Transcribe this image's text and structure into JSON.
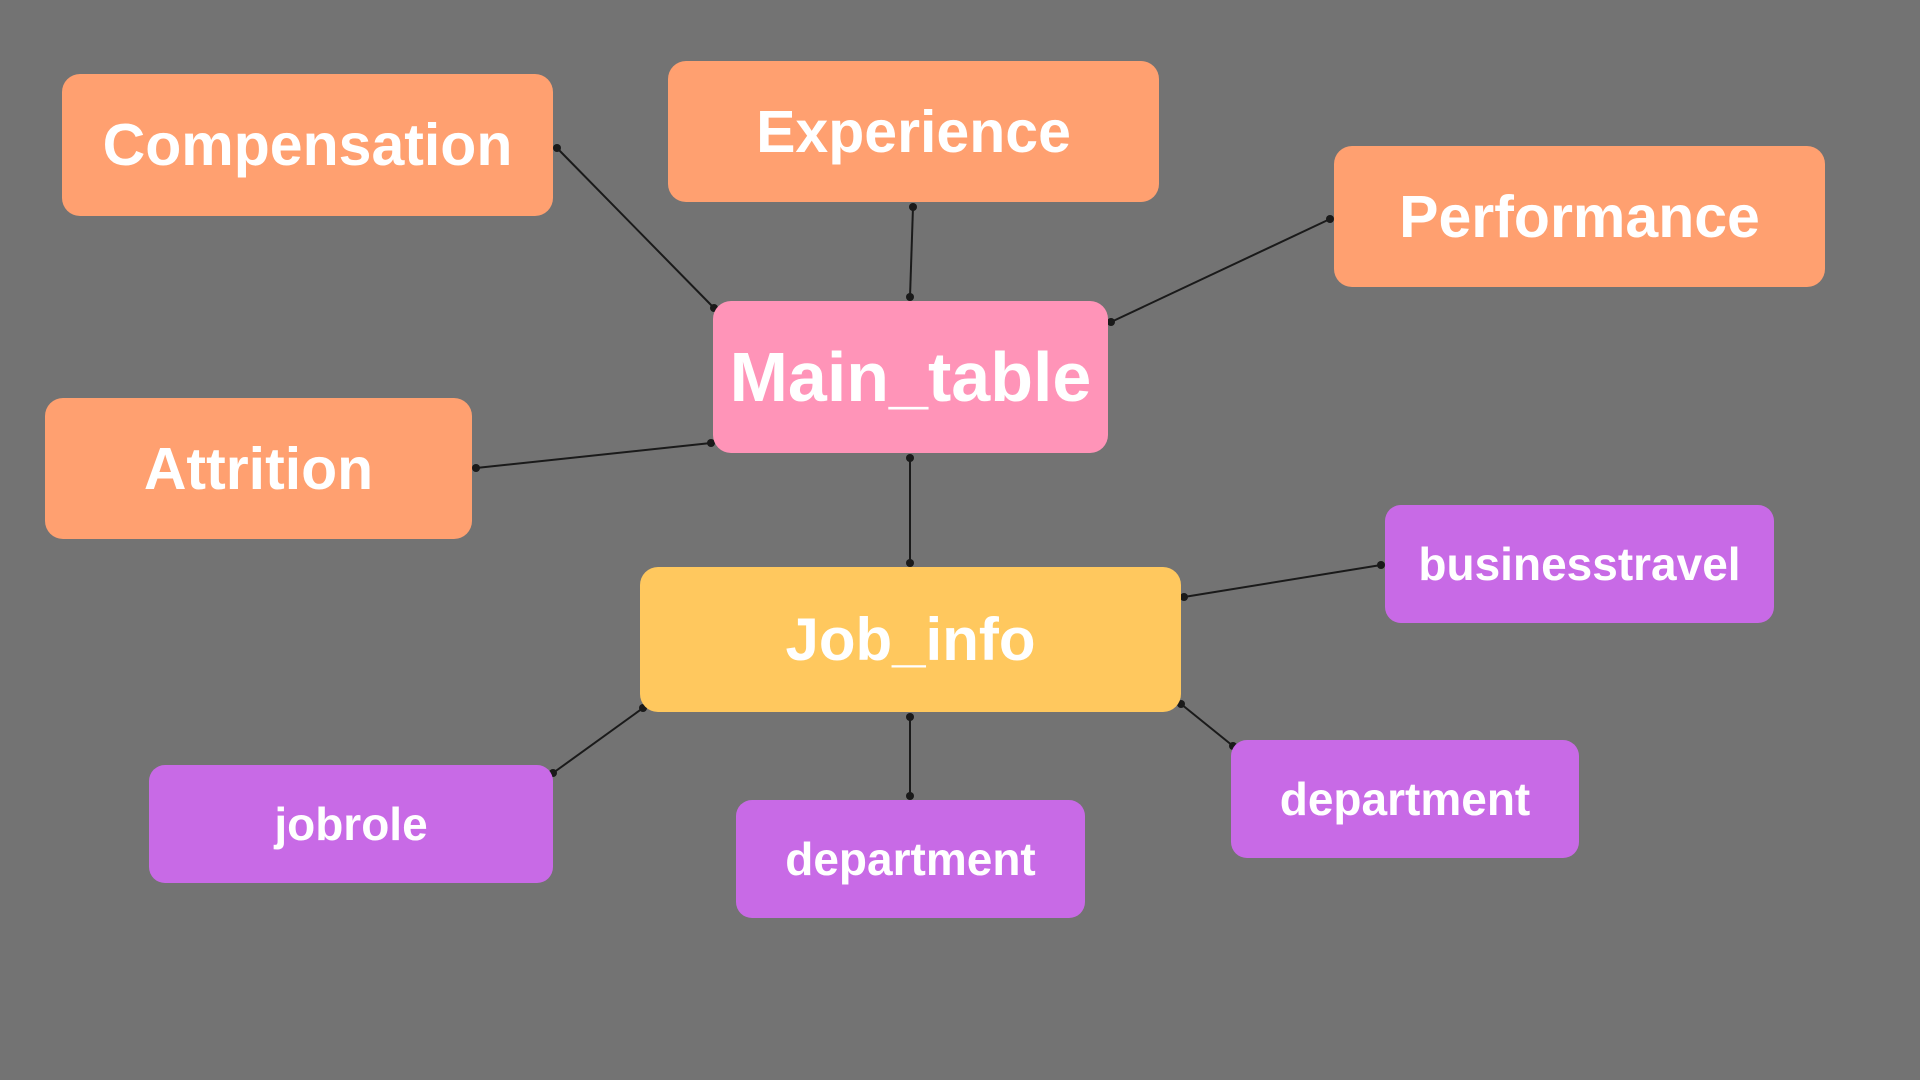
{
  "diagram": {
    "nodes": {
      "compensation": {
        "label": "Compensation",
        "color": "#ffa070"
      },
      "experience": {
        "label": "Experience",
        "color": "#ffa070"
      },
      "performance": {
        "label": "Performance",
        "color": "#ffa070"
      },
      "main_table": {
        "label": "Main_table",
        "color": "#ff94b8"
      },
      "attrition": {
        "label": "Attrition",
        "color": "#ffa070"
      },
      "job_info": {
        "label": "Job_info",
        "color": "#ffc85e"
      },
      "businesstravel": {
        "label": "businesstravel",
        "color": "#c86ae6"
      },
      "jobrole": {
        "label": "jobrole",
        "color": "#c86ae6"
      },
      "department_center": {
        "label": "department",
        "color": "#c86ae6"
      },
      "department_right": {
        "label": "department",
        "color": "#c86ae6"
      }
    },
    "edges": [
      {
        "from": "compensation",
        "to": "main_table"
      },
      {
        "from": "experience",
        "to": "main_table"
      },
      {
        "from": "performance",
        "to": "main_table"
      },
      {
        "from": "attrition",
        "to": "main_table"
      },
      {
        "from": "main_table",
        "to": "job_info"
      },
      {
        "from": "job_info",
        "to": "businesstravel"
      },
      {
        "from": "job_info",
        "to": "jobrole"
      },
      {
        "from": "job_info",
        "to": "department_center"
      },
      {
        "from": "job_info",
        "to": "department_right"
      }
    ],
    "background_color": "#737373",
    "line_color": "#1a1a1a"
  }
}
